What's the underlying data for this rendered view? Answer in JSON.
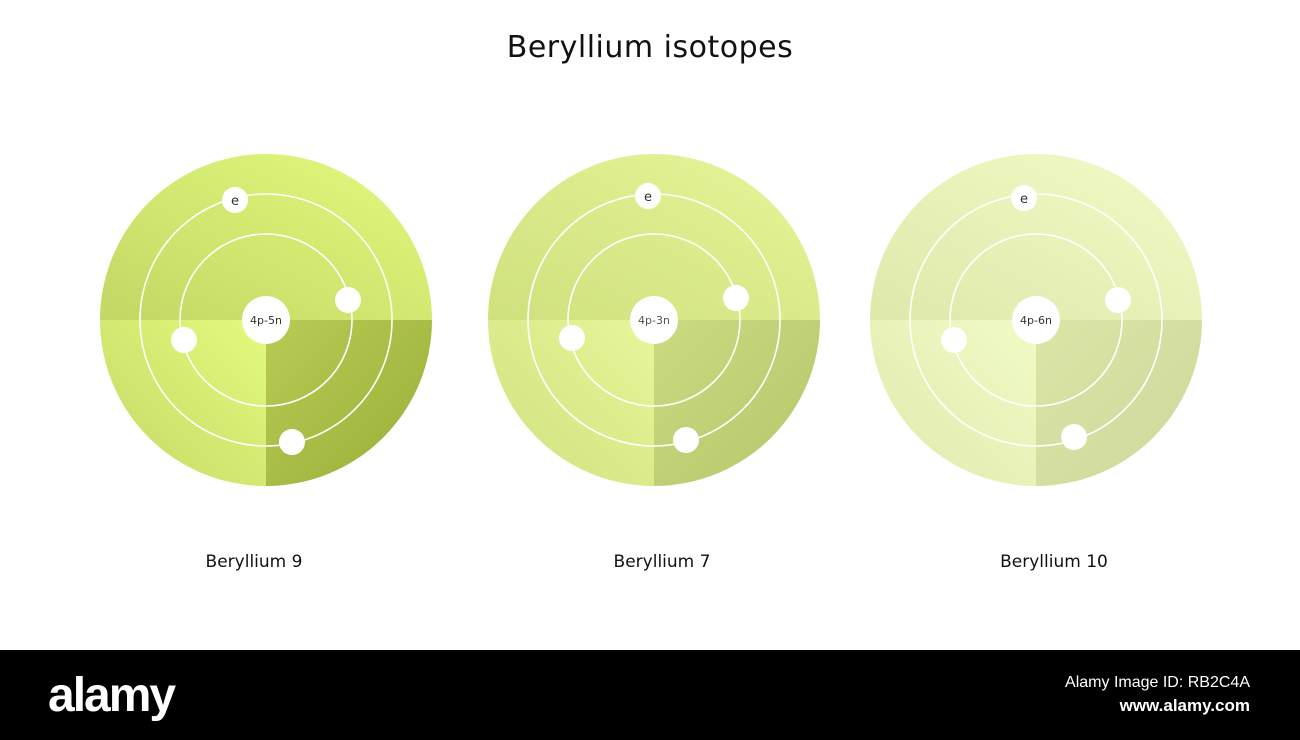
{
  "title": "Beryllium isotopes",
  "atoms": [
    {
      "name": "Beryllium 9",
      "nucleus": "4p-5n",
      "electron_label": "e",
      "colors": {
        "top_light": "#e2fb7e",
        "top_dark": "#c2d764",
        "bottom_light": "#b8cb55",
        "bottom_dark": "#97ae36"
      }
    },
    {
      "name": "Beryllium 7",
      "nucleus": "4p-3n",
      "electron_label": "e",
      "colors": {
        "top_light": "#e6f699",
        "top_dark": "#cfe07e",
        "bottom_light": "#cadb80",
        "bottom_dark": "#b2c66a"
      }
    },
    {
      "name": "Beryllium 10",
      "nucleus": "4p-6n",
      "electron_label": "e",
      "colors": {
        "top_light": "#f1fbc6",
        "top_dark": "#dfe8ab",
        "bottom_light": "#dbe5a6",
        "bottom_dark": "#ccd79a"
      }
    }
  ],
  "footer": {
    "brand": "alamy",
    "image_id": "Alamy Image ID: RB2C4A",
    "url": "www.alamy.com"
  }
}
